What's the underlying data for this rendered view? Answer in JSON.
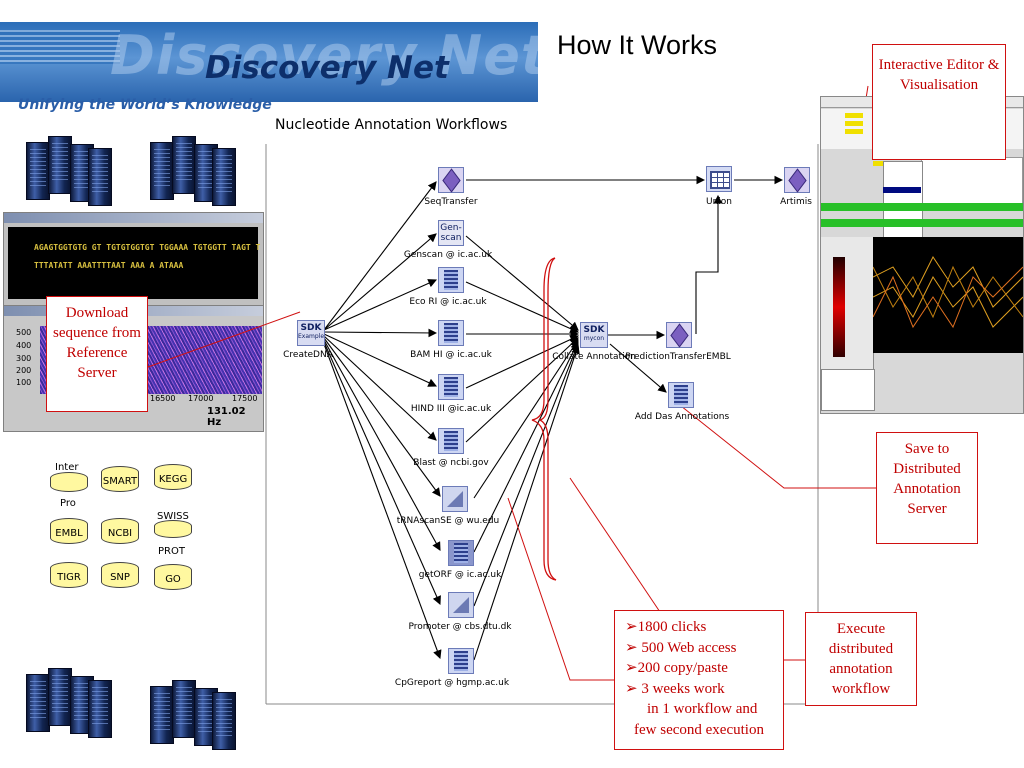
{
  "banner": {
    "watermark": "Discovery Net",
    "title": "Discovery Net",
    "tagline": "Unifying the World’s Knowledge"
  },
  "page_title": "How It Works",
  "panel": {
    "title": "Nucleotide Annotation Workflows"
  },
  "nodes": {
    "seqtransfer": "SeqTransfer",
    "genscan": "Genscan @ ic.ac.uk",
    "genscan_icon": "Gen-scan",
    "ecori": "Eco RI @ ic.ac.uk",
    "bamhi": "BAM HI @ ic.ac.uk",
    "hindiii": "HIND III @ic.ac.uk",
    "blast": "Blast @ ncbi.gov",
    "trnascan": "tRNAscanSE @ wu.edu",
    "getorf": "getORF @ ic.ac.uk",
    "promoter": "Promoter @ cbs.dtu.dk",
    "cpgreport": "CpGreport @ hgmp.ac.uk",
    "createdna": "CreateDNA",
    "collate": "Collate Annotation",
    "prediction": "PredictionTransferEMBL",
    "add_das": "Add Das Annotations",
    "union": "Union",
    "artimis": "Artimis",
    "sdk_label": "SDK",
    "sdk_example": "Example",
    "sdk_mycon": "mycon"
  },
  "callouts": {
    "interactive": "Interactive Editor & Visualisation",
    "download": "Download sequence from Reference Server",
    "save": "Save to Distributed Annotation Server",
    "execute": "Execute distributed annotation workflow",
    "stats": [
      "➢1800 clicks",
      "➢ 500 Web access",
      "➢200 copy/paste",
      "➢ 3 weeks work",
      "in 1 workflow and",
      "few second execution"
    ]
  },
  "databases": {
    "inter": "Inter",
    "pro": "Pro",
    "smart": "SMART",
    "kegg": "KEGG",
    "swiss": "SWISS",
    "prot": "PROT",
    "embl": "EMBL",
    "ncbi": "NCBI",
    "tigr": "TIGR",
    "snp": "SNP",
    "go": "GO"
  },
  "sequence_viewer": {
    "line1": "AGAGTGGTGTG GT TGTGTGGTGT TGGAAA TGTGGTT   TAGT   T",
    "line2": "TTTATATT  AAATTTTAAT        AAA A  ATAAA"
  },
  "trace_viewer": {
    "y_ticks": [
      "500",
      "400",
      "300",
      "200",
      "100"
    ],
    "x_ticks": [
      "16500",
      "17000",
      "17500"
    ],
    "readout": "131.02 Hz"
  },
  "colors": {
    "callout_border": "#d01010",
    "callout_text": "#c00000",
    "banner": "#2b6db8"
  }
}
